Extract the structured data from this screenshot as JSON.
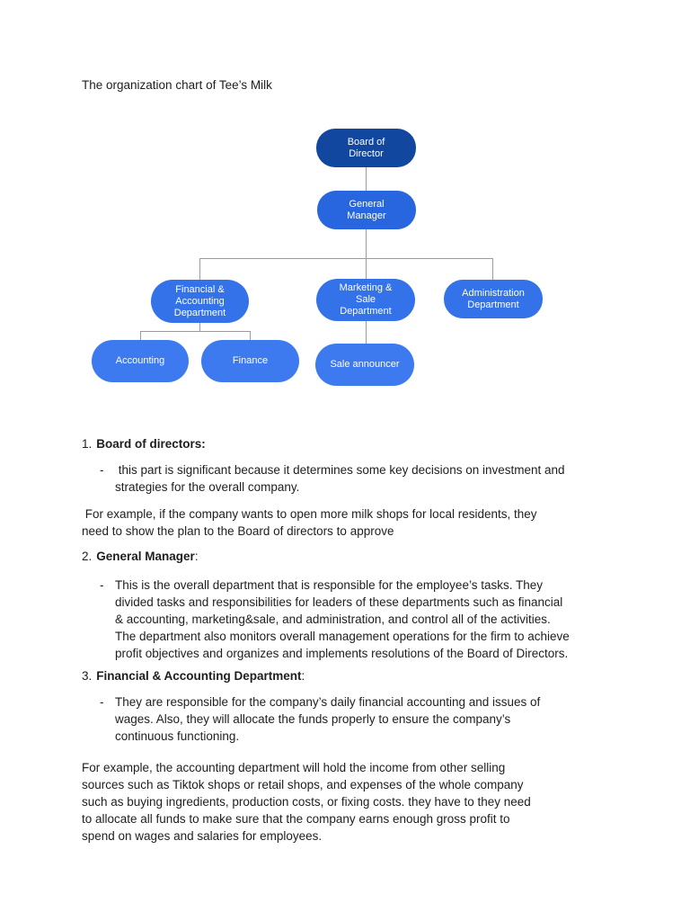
{
  "page": {
    "title": "The organization chart of Tee’s Milk"
  },
  "org_chart": {
    "nodes": [
      {
        "id": "board-of-director",
        "label": "Board of Director",
        "level": 1,
        "parent": null
      },
      {
        "id": "general-manager",
        "label": "General Manager",
        "level": 2,
        "parent": "board-of-director"
      },
      {
        "id": "financial-accounting-department",
        "label": "Financial & Accounting Department",
        "level": 3,
        "parent": "general-manager"
      },
      {
        "id": "marketing-sale-department",
        "label": "Marketing & Sale Department",
        "level": 3,
        "parent": "general-manager"
      },
      {
        "id": "administration-department",
        "label": "Administration Department",
        "level": 3,
        "parent": "general-manager"
      },
      {
        "id": "accounting",
        "label": "Accounting",
        "level": 4,
        "parent": "financial-accounting-department"
      },
      {
        "id": "finance",
        "label": "Finance",
        "level": 4,
        "parent": "financial-accounting-department"
      },
      {
        "id": "sale-announcer",
        "label": "Sale announcer",
        "level": 4,
        "parent": "marketing-sale-department"
      }
    ],
    "colors": {
      "level1_fill": "#11479e",
      "level2_fill": "#2866df",
      "level3_fill": "#3372e8",
      "level4_fill": "#3d79ef",
      "node_text": "#ffffff",
      "connector": "#9b9b9b"
    }
  },
  "sections": [
    {
      "number": "1.",
      "title": "Board of directors:",
      "title_suffix": "",
      "bullet_marker": "-",
      "bullet": " this part is significant because it determines some key decisions on investment and\nstrategies for the overall company.",
      "example": " For example, if the company wants to open more milk shops for local residents, they\nneed to show the plan to the Board of directors to approve"
    },
    {
      "number": "2.",
      "title": "General Manager",
      "title_suffix": ":",
      "bullet_marker": "-",
      "bullet": "This is the overall department that is responsible for the employee’s tasks. They\ndivided tasks and responsibilities for leaders of these departments such as financial\n& accounting, marketing&sale, and administration, and control all of the activities.\nThe department also monitors overall management operations for the firm to achieve\nprofit objectives and organizes and implements resolutions of the Board of Directors."
    },
    {
      "number": "3.",
      "title": "Financial & Accounting Department",
      "title_suffix": ":",
      "bullet_marker": "-",
      "bullet": "They are responsible for the company’s daily financial accounting and issues of\nwages. Also, they will allocate the funds properly to ensure the company’s\ncontinuous functioning.",
      "example": "For example, the accounting department will hold the income from other selling\nsources such as Tiktok shops or retail shops, and expenses of the whole company\nsuch as buying ingredients, production costs, or fixing costs. they have to they need\nto allocate all funds to make sure that the company earns enough gross profit to\nspend on wages and salaries for employees."
    }
  ]
}
